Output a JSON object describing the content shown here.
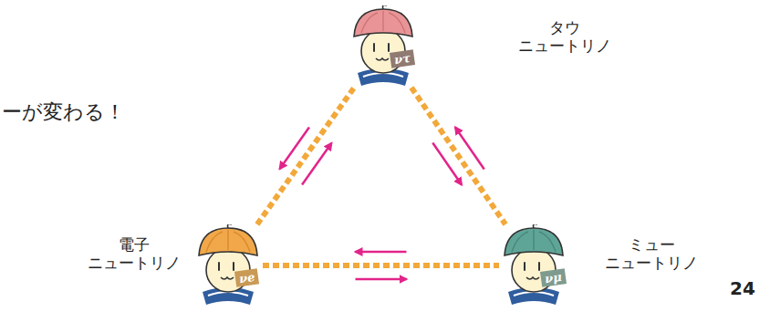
{
  "diagram": {
    "nodes": [
      {
        "text": [
          "タウ ニュートリノ",
          "ντ"
        ]
      },
      {
        "text": [
          "電子 ニュートリノ",
          "νe"
        ]
      },
      {
        "text": [
          "ミュー ニュートリノ",
          "νμ"
        ]
      }
    ],
    "edges": [
      {
        "from": 1,
        "to": 0,
        "arrow": "both"
      },
      {
        "from": 0,
        "to": 2,
        "arrow": "both"
      },
      {
        "from": 1,
        "to": 2,
        "arrow": "both"
      }
    ],
    "labels": [
      "ーが変わる！",
      "24"
    ]
  }
}
